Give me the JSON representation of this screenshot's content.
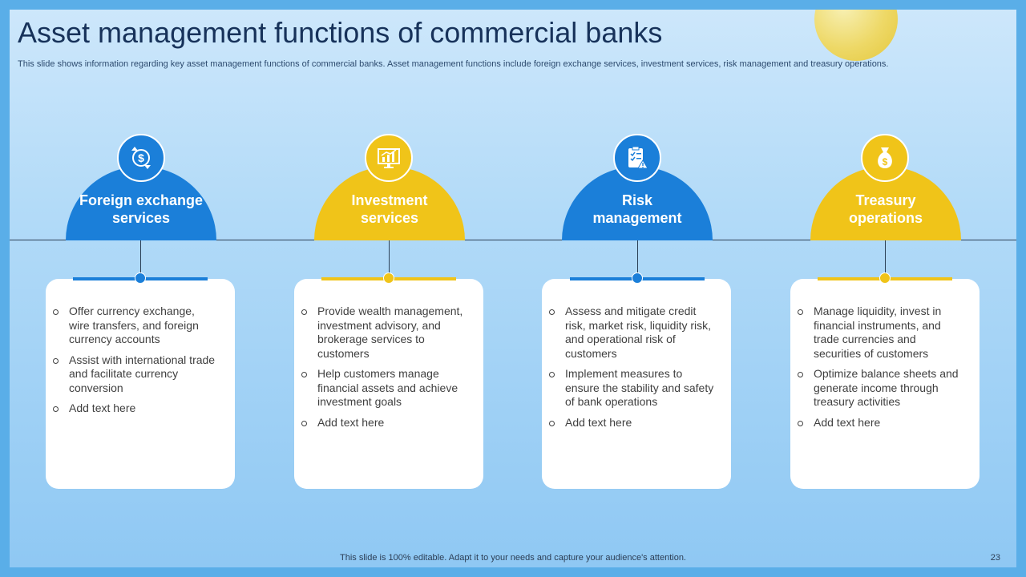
{
  "slide": {
    "title": "Asset management functions of commercial banks",
    "subtitle": "This slide shows information regarding key asset management functions of commercial banks. Asset management functions include foreign exchange services, investment services, risk management and treasury operations.",
    "footer": "This slide is 100% editable. Adapt it to your needs and capture your audience's attention.",
    "page_number": "23"
  },
  "colors": {
    "blue": "#1b7fd9",
    "yellow": "#f0c419"
  },
  "functions": [
    {
      "heading": "Foreign exchange services",
      "icon": "currency-exchange-icon",
      "color": "blue",
      "points": [
        "Offer currency exchange, wire transfers, and foreign currency accounts",
        "Assist with international trade and facilitate currency conversion",
        "Add text here"
      ]
    },
    {
      "heading": "Investment services",
      "icon": "investment-chart-icon",
      "color": "yellow",
      "points": [
        "Provide wealth management, investment advisory, and brokerage services to customers",
        "Help customers manage financial assets and achieve investment goals",
        "Add text here"
      ]
    },
    {
      "heading": "Risk management",
      "icon": "risk-checklist-icon",
      "color": "blue",
      "points": [
        "Assess and mitigate credit risk, market risk, liquidity risk, and operational risk of customers",
        "Implement measures to ensure the stability and safety of bank operations",
        "Add text here"
      ]
    },
    {
      "heading": "Treasury operations",
      "icon": "money-bag-icon",
      "color": "yellow",
      "points": [
        "Manage liquidity, invest in financial instruments, and trade currencies and securities of customers",
        "Optimize balance sheets and generate income through treasury activities",
        "Add text here"
      ]
    }
  ]
}
